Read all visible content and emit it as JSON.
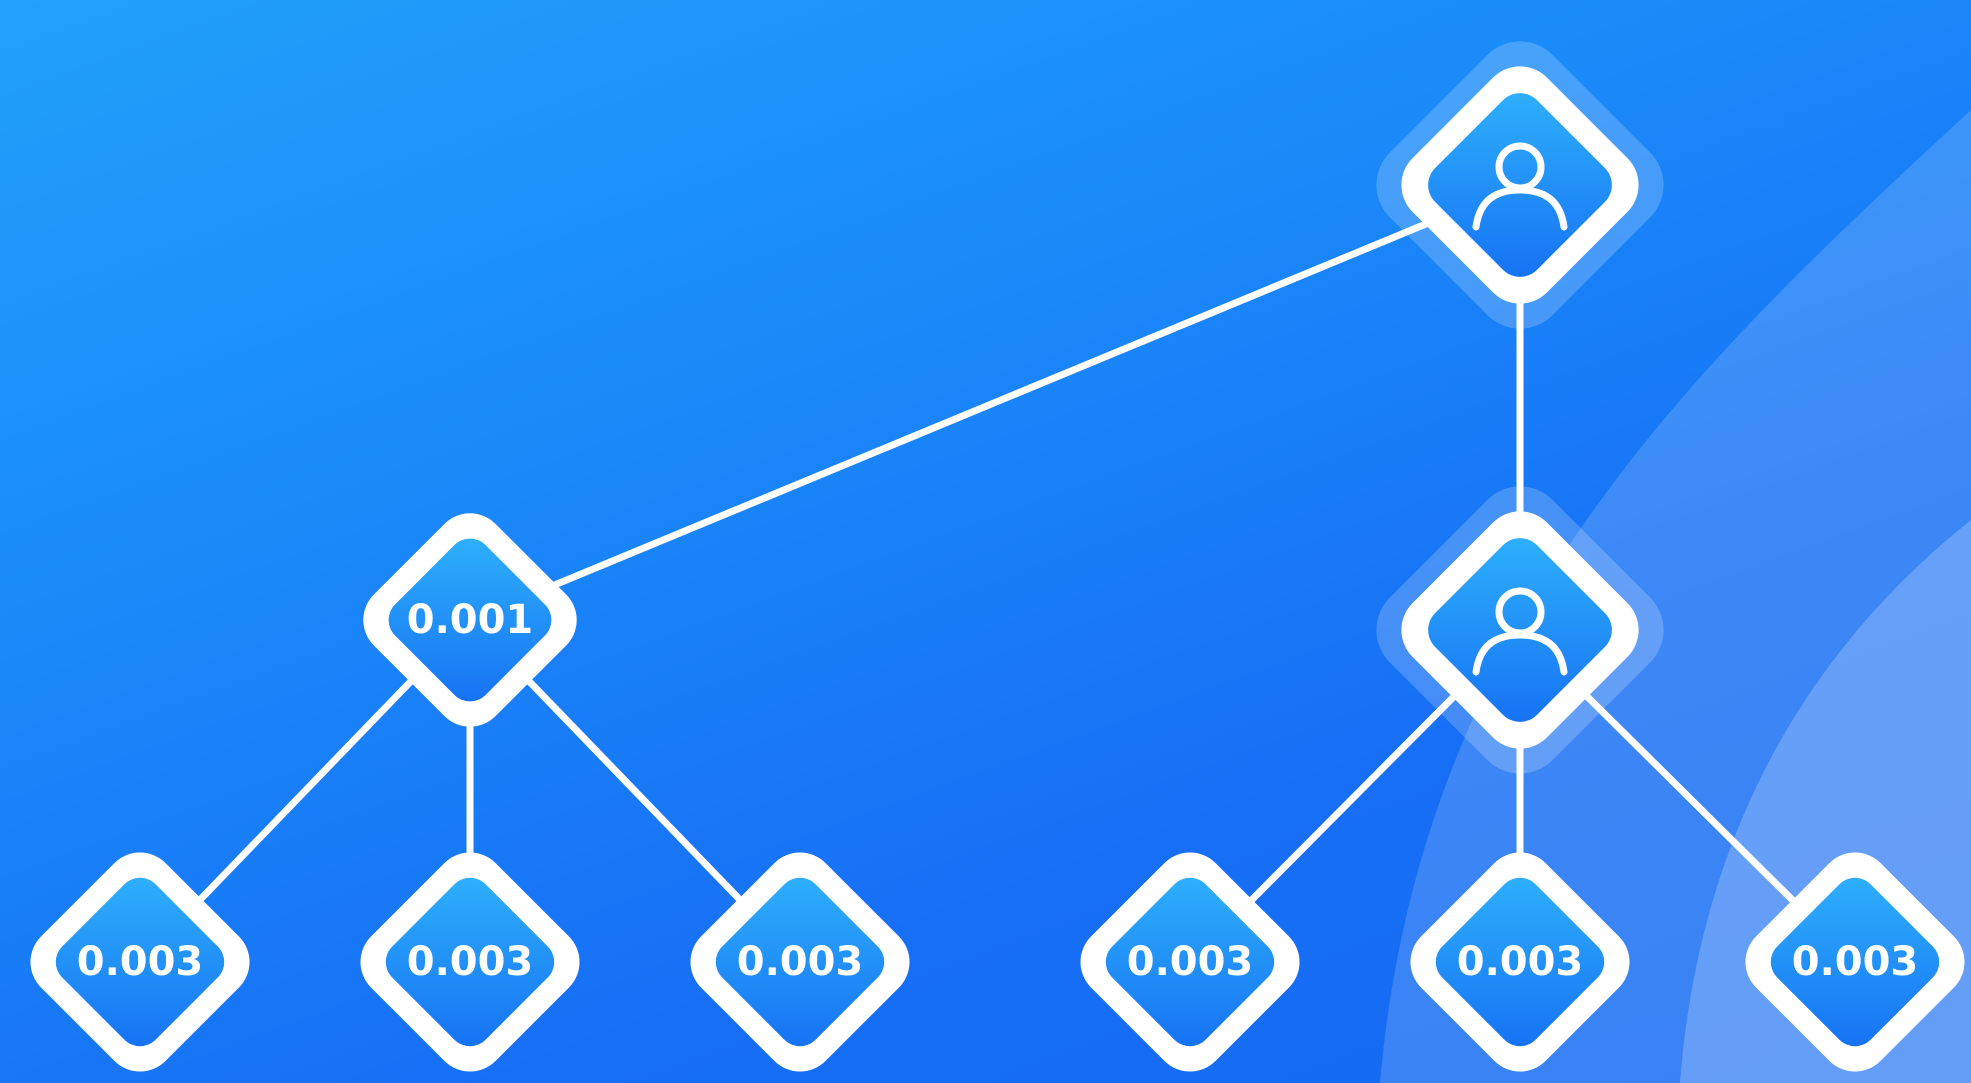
{
  "colors": {
    "background_top": "#22a0fb",
    "background_bottom": "#146af2",
    "node_fill_top": "#2fb2fb",
    "node_fill_bottom": "#1570f3",
    "node_border": "#ffffff",
    "connector": "#ffffff"
  },
  "root": {
    "icon": "user-icon"
  },
  "children": [
    {
      "label": "0.001",
      "leaves": [
        "0.003",
        "0.003",
        "0.003"
      ]
    },
    {
      "icon": "user-icon",
      "leaves": [
        "0.003",
        "0.003",
        "0.003"
      ]
    }
  ]
}
